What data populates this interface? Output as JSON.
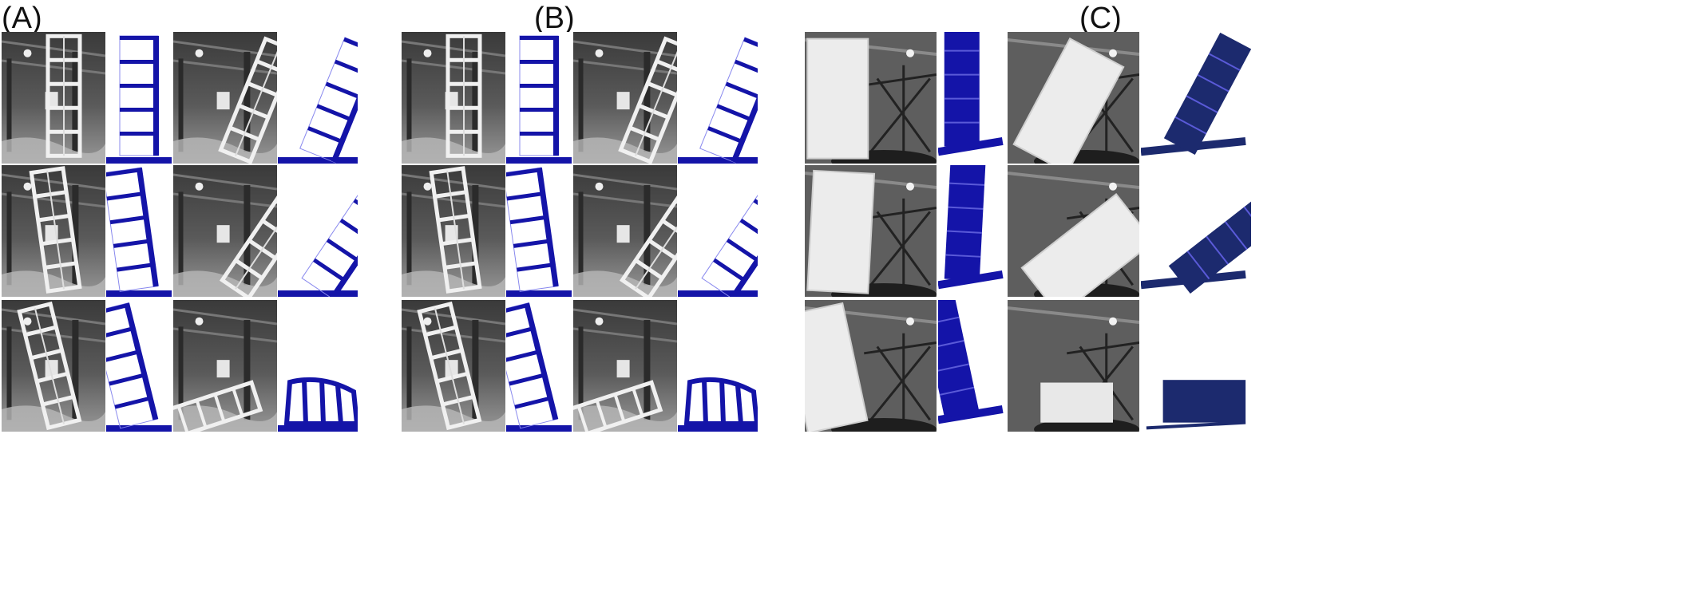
{
  "figure": {
    "panels": [
      {
        "label": "(A)"
      },
      {
        "label": "(B)"
      },
      {
        "label": "(C)"
      }
    ],
    "colors": {
      "model_blue": "#1414a8",
      "model_navy": "#1c2a6e",
      "photo_dark": "#2a2a2a",
      "photo_light": "#bdbdbd",
      "frame_white": "#f0f0f0"
    }
  }
}
